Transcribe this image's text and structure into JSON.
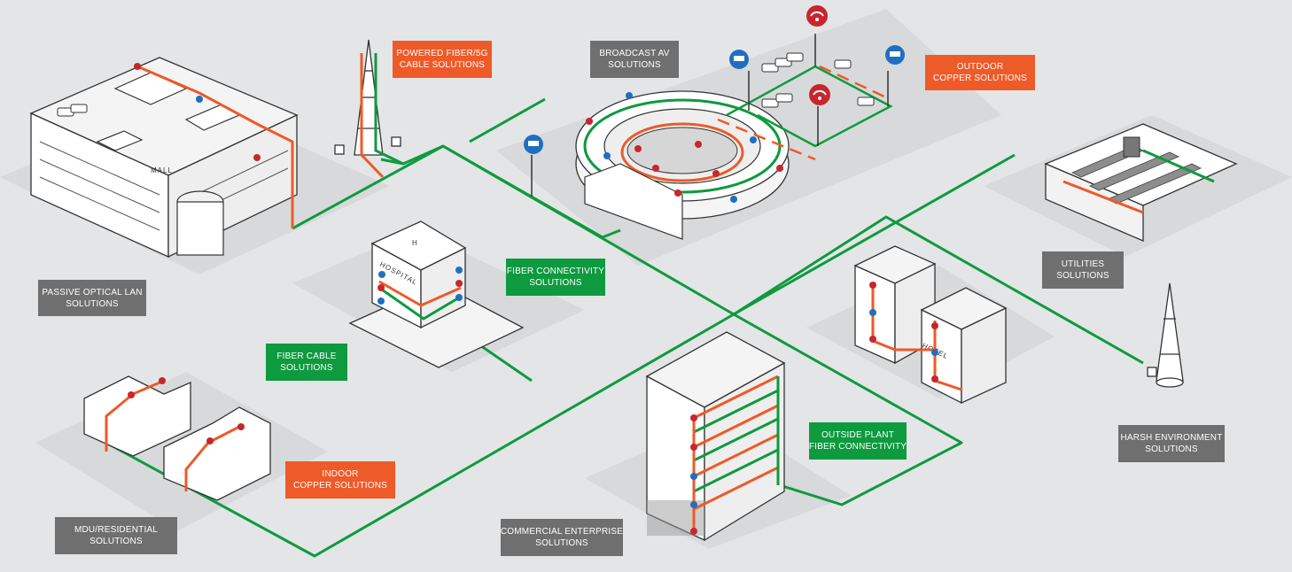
{
  "colors": {
    "background": "#e4e5e6",
    "platform": "#d6d7d8",
    "fiber_green": "#0e9a3f",
    "copper_orange": "#ee5a28",
    "label_gray": "#6f6f70",
    "node_red": "#c7262e",
    "node_blue": "#1f6fc0"
  },
  "legend_note": "",
  "labels": {
    "powered_fiber": {
      "line1": "POWERED FIBER/5G",
      "line2": "CABLE SOLUTIONS"
    },
    "broadcast_av": {
      "line1": "BROADCAST AV",
      "line2": "SOLUTIONS"
    },
    "outdoor_copper": {
      "line1": "OUTDOOR",
      "line2": "COPPER SOLUTIONS"
    },
    "passive_optical": {
      "line1": "PASSIVE OPTICAL LAN",
      "line2": "SOLUTIONS"
    },
    "fiber_connectivity": {
      "line1": "FIBER CONNECTIVITY",
      "line2": "SOLUTIONS"
    },
    "utilities": {
      "line1": "UTILITIES",
      "line2": "SOLUTIONS"
    },
    "fiber_cable": {
      "line1": "FIBER CABLE",
      "line2": "SOLUTIONS"
    },
    "outside_plant": {
      "line1": "OUTSIDE PLANT",
      "line2": "FIBER CONNECTIVITY"
    },
    "harsh_environment": {
      "line1": "HARSH ENVIRONMENT",
      "line2": "SOLUTIONS"
    },
    "indoor_copper": {
      "line1": "INDOOR",
      "line2": "COPPER SOLUTIONS"
    },
    "mdu_residential": {
      "line1": "MDU/RESIDENTIAL",
      "line2": "SOLUTIONS"
    },
    "commercial_enterprise": {
      "line1": "COMMERCIAL ENTERPRISE",
      "line2": "SOLUTIONS"
    }
  },
  "building_signs": {
    "mall": "MALL",
    "hospital": "HOSPITAL",
    "hotel": "HOTEL"
  },
  "icons": [
    "wifi-icon",
    "security-camera-icon",
    "car-icon",
    "cell-tower-icon",
    "server-rack-icon"
  ]
}
